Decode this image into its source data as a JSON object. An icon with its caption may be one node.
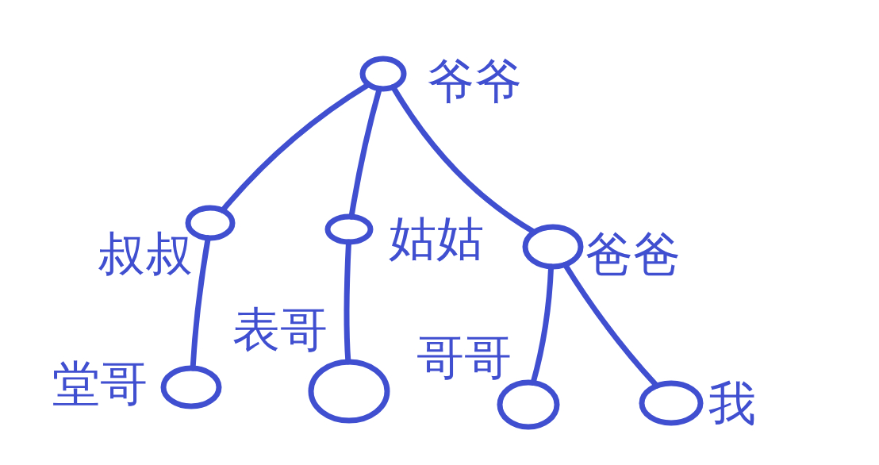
{
  "diagram": {
    "nodes": [
      {
        "text": [
          "爷爷"
        ]
      },
      {
        "text": [
          "叔叔"
        ]
      },
      {
        "text": [
          "姑姑"
        ]
      },
      {
        "text": [
          "爸爸"
        ]
      },
      {
        "text": [
          "堂哥"
        ]
      },
      {
        "text": [
          "表哥"
        ]
      },
      {
        "text": [
          "哥哥"
        ]
      },
      {
        "text": [
          "我"
        ]
      }
    ],
    "edges": [
      {
        "from": 0,
        "to": 1,
        "arrow": "none"
      },
      {
        "from": 0,
        "to": 2,
        "arrow": "none"
      },
      {
        "from": 0,
        "to": 3,
        "arrow": "none"
      },
      {
        "from": 1,
        "to": 4,
        "arrow": "none"
      },
      {
        "from": 2,
        "to": 5,
        "arrow": "none"
      },
      {
        "from": 3,
        "to": 6,
        "arrow": "none"
      },
      {
        "from": 3,
        "to": 7,
        "arrow": "none"
      }
    ]
  }
}
